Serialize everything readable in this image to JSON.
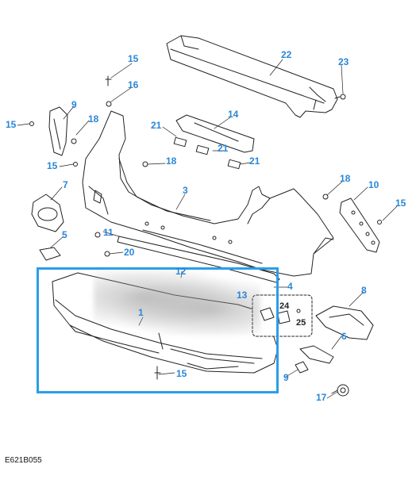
{
  "figure": {
    "reference_code": "E621B055",
    "accent_color": "#2a86d6",
    "highlight_color": "#2a9ee8"
  },
  "callouts": {
    "c22": "22",
    "c23": "23",
    "c15a": "15",
    "c16": "16",
    "c9": "9",
    "c18a": "18",
    "c15b": "15",
    "c14": "14",
    "c21a": "21",
    "c21b": "21",
    "c21c": "21",
    "c15c": "15",
    "c18b": "18",
    "c7": "7",
    "c3": "3",
    "c18c": "18",
    "c10": "10",
    "c15d": "15",
    "c5": "5",
    "c11": "11",
    "c20": "20",
    "c12": "12",
    "c4": "4",
    "c13": "13",
    "c8": "8",
    "c1": "1",
    "c24": "24",
    "c25": "25",
    "c6": "6",
    "c15e": "15",
    "c9b": "9",
    "c17": "17"
  }
}
